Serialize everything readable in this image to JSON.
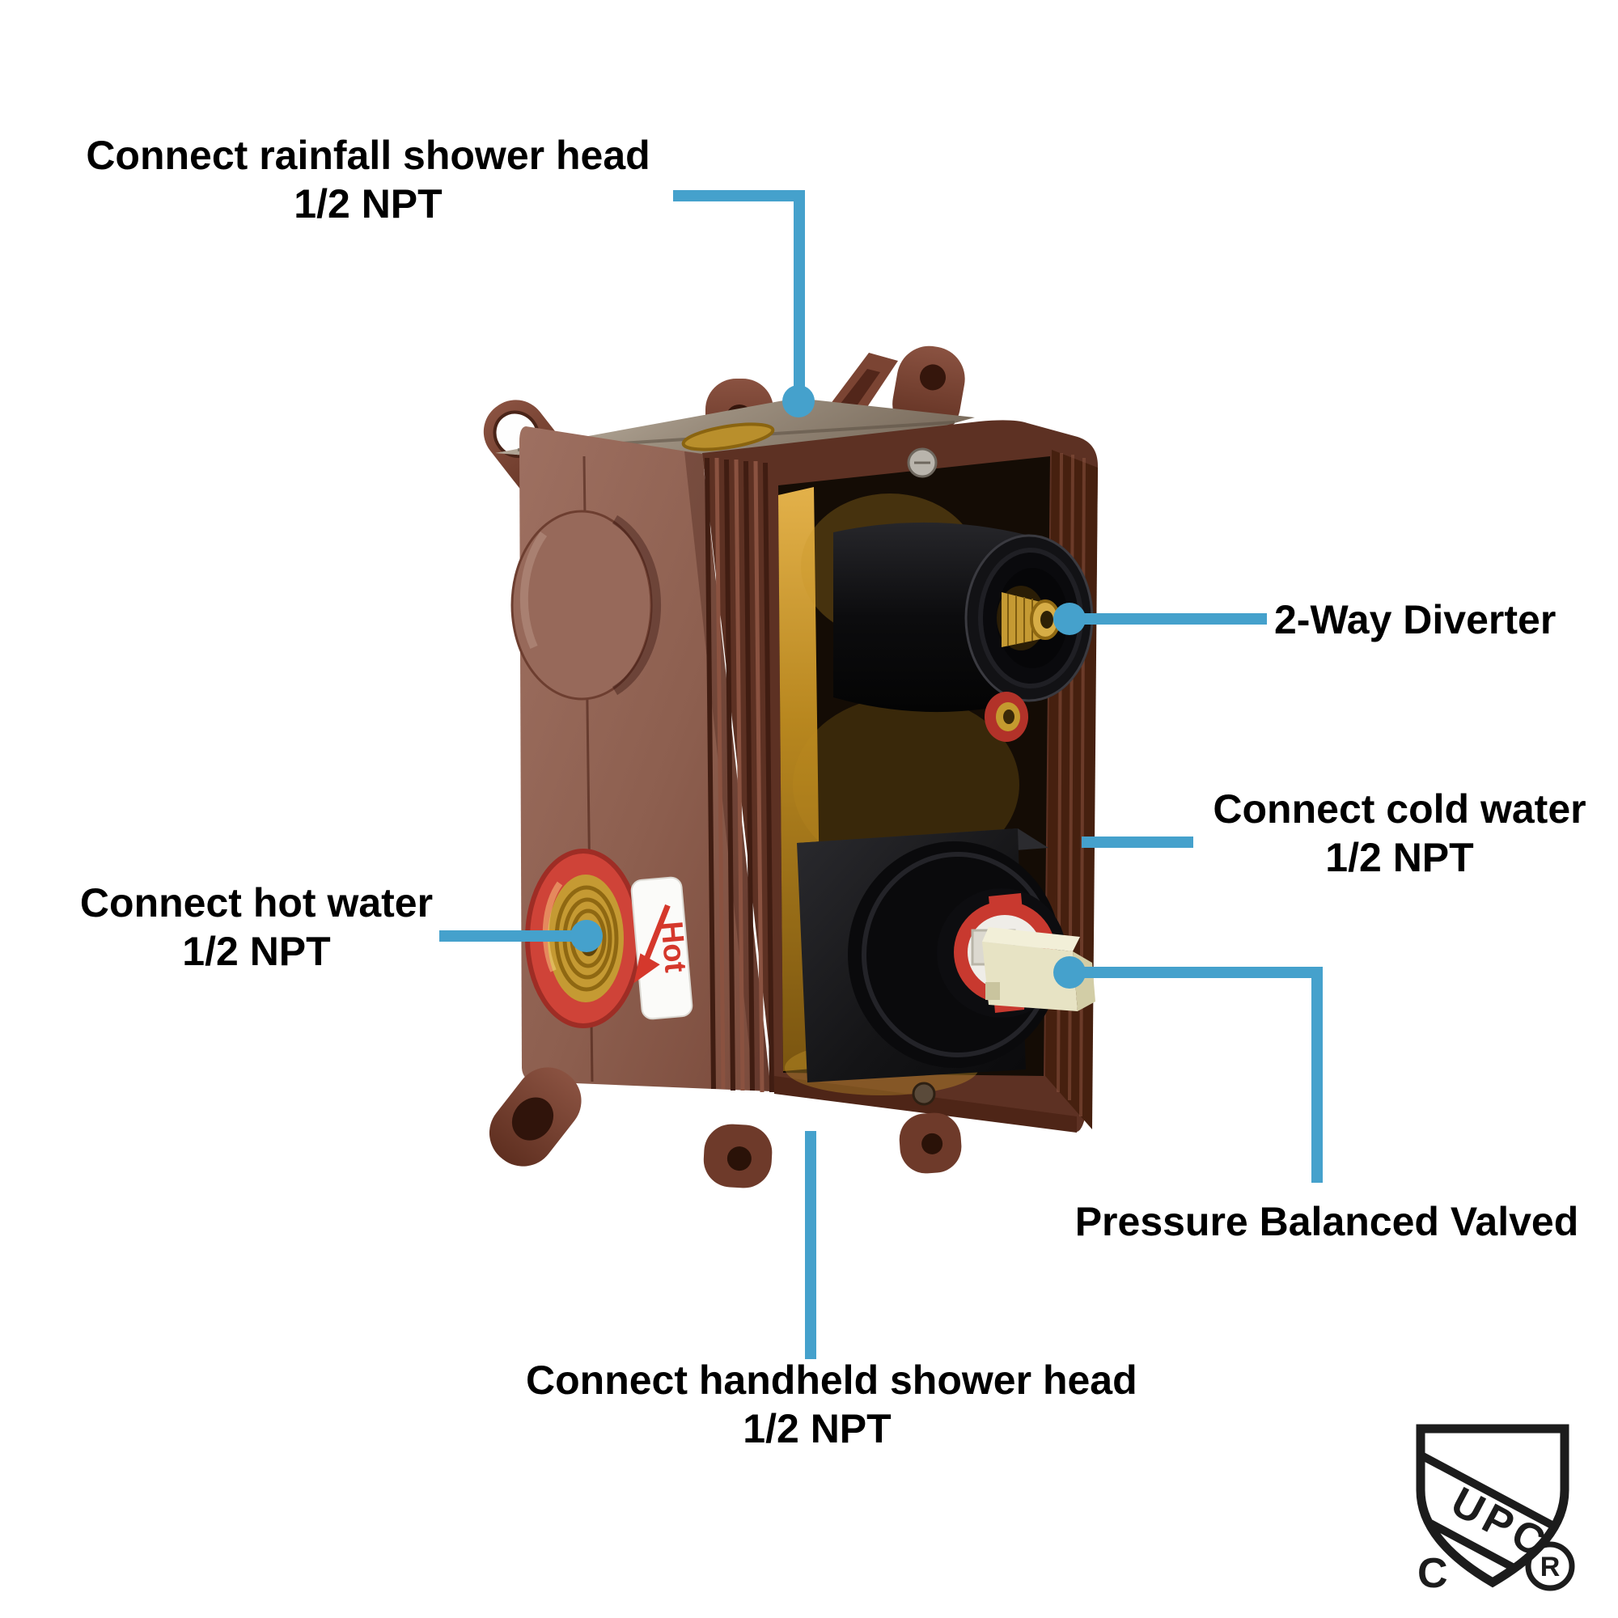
{
  "colors": {
    "background": "#ffffff",
    "callout_line": "#45a1cc",
    "label_text": "#000000",
    "box_brown": "#8a5a4a",
    "frame_brown": "#5d3123",
    "hot_red": "#cf4338",
    "brass_gold": "#c59a33",
    "component_black": "#111114",
    "cartridge_cream": "#e7e3c4",
    "certification_black": "#1c1c1c"
  },
  "callouts": {
    "rainfall": {
      "label": "Connect rainfall shower head",
      "sub": "1/2 NPT"
    },
    "diverter": {
      "label": "2-Way Diverter"
    },
    "cold": {
      "label": "Connect cold water",
      "sub": "1/2 NPT"
    },
    "hot": {
      "label": "Connect hot water",
      "sub": "1/2 NPT"
    },
    "pressure": {
      "label": "Pressure Balanced Valved"
    },
    "handheld": {
      "label": "Connect handheld shower head",
      "sub": "1/2 NPT"
    }
  },
  "product": {
    "hot_sticker": "Hot"
  },
  "certification": {
    "shield_text": "UPC",
    "left_mark": "C",
    "registered_mark": "R"
  }
}
